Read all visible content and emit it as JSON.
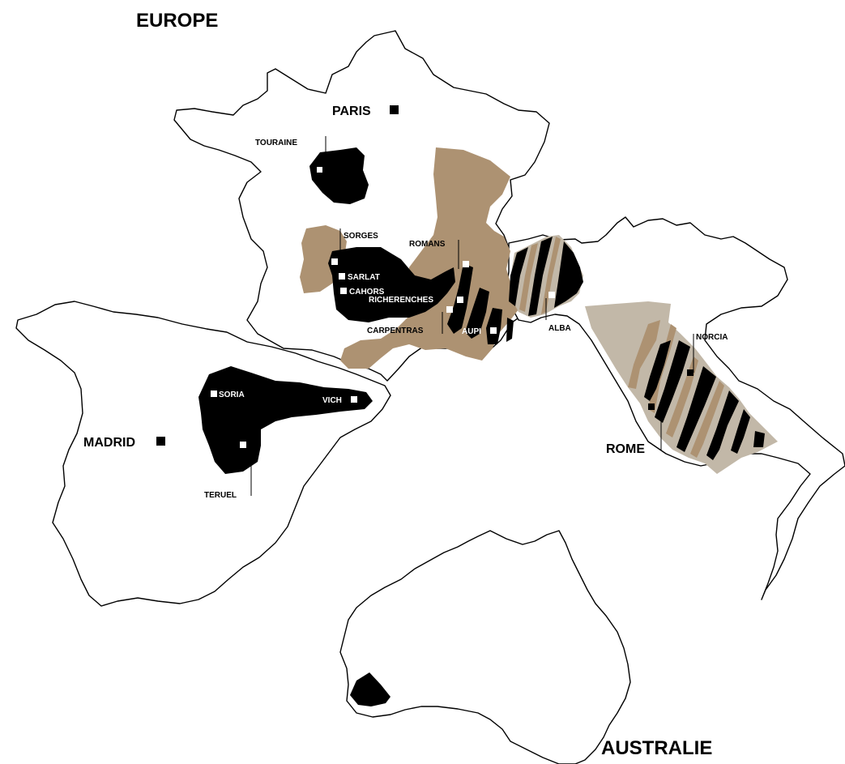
{
  "map": {
    "titles": {
      "europe": "EUROPE",
      "australia": "AUSTRALIE"
    },
    "capitals": {
      "paris": "PARIS",
      "madrid": "MADRID",
      "rome": "ROME"
    },
    "places": {
      "touraine": "TOURAINE",
      "sorges": "SORGES",
      "sarlat": "SARLAT",
      "cahors": "CAHORS",
      "romans": "ROMANS",
      "richerenches": "RICHERENCHES",
      "carpentras": "CARPENTRAS",
      "aupi": "AUPI",
      "alba": "ALBA",
      "norcia": "NORCIA",
      "soria": "SORIA",
      "vich": "VICH",
      "teruel": "TERUEL"
    },
    "region_colors": {
      "black": "#000000",
      "tan": "#ad9272",
      "grey": "#c2b8a8"
    }
  }
}
